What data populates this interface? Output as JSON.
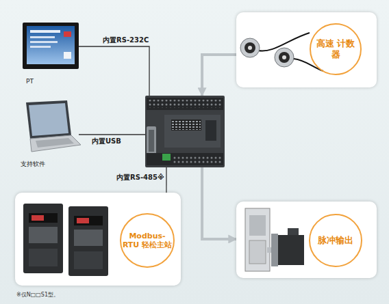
{
  "diagram": {
    "nodes": [
      {
        "text": [
          "PT"
        ]
      },
      {
        "text": [
          "高速 计数器"
        ]
      },
      {
        "text": []
      },
      {
        "text": [
          "支持软件"
        ]
      },
      {
        "text": [
          "Modbus-RTU 轻松主站"
        ]
      },
      {
        "text": [
          "脉冲输出"
        ]
      }
    ],
    "edges": [
      {
        "from": 0,
        "to": 2,
        "arrow": "none",
        "label": "内置RS-232C"
      },
      {
        "from": 1,
        "to": 2,
        "arrow": "to"
      },
      {
        "from": 3,
        "to": 2,
        "arrow": "none",
        "label": "内置USB"
      },
      {
        "from": 2,
        "to": 4,
        "arrow": "none",
        "label": "内置RS-485※"
      },
      {
        "from": 2,
        "to": 5,
        "arrow": "to"
      }
    ],
    "labels": [
      "※仅N□□S1型。"
    ]
  }
}
